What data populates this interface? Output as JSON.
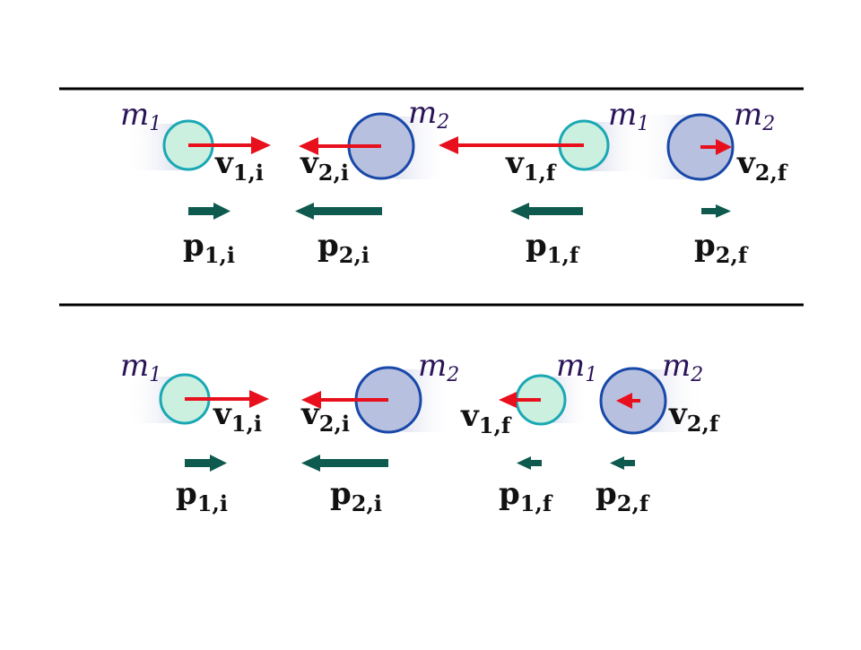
{
  "colors": {
    "velocity_arrow": "#e8101c",
    "momentum_arrow": "#0e5a4e",
    "ball_small_fill": "#ccf0e0",
    "ball_small_stroke": "#1aa8b4",
    "ball_large_fill": "#b8c0e0",
    "ball_large_stroke": "#1848a8",
    "motion_trail": "#d8dcec",
    "divider": "#000000"
  },
  "mass_labels": {
    "m1": {
      "base": "m",
      "sub": "1"
    },
    "m2": {
      "base": "m",
      "sub": "2"
    }
  },
  "panels": [
    {
      "v1i": {
        "base": "v",
        "sub": "1,i"
      },
      "v2i": {
        "base": "v",
        "sub": "2,i"
      },
      "v1f": {
        "base": "v",
        "sub": "1,f"
      },
      "v2f": {
        "base": "v",
        "sub": "2,f"
      },
      "p1i": {
        "base": "p",
        "sub": "1,i"
      },
      "p2i": {
        "base": "p",
        "sub": "2,i"
      },
      "p1f": {
        "base": "p",
        "sub": "1,f"
      },
      "p2f": {
        "base": "p",
        "sub": "2,f"
      }
    },
    {
      "v1i": {
        "base": "v",
        "sub": "1,i"
      },
      "v2i": {
        "base": "v",
        "sub": "2,i"
      },
      "v1f": {
        "base": "v",
        "sub": "1,f"
      },
      "v2f": {
        "base": "v",
        "sub": "2,f"
      },
      "p1i": {
        "base": "p",
        "sub": "1,i"
      },
      "p2i": {
        "base": "p",
        "sub": "2,i"
      },
      "p1f": {
        "base": "p",
        "sub": "1,f"
      },
      "p2f": {
        "base": "p",
        "sub": "2,f"
      }
    }
  ]
}
